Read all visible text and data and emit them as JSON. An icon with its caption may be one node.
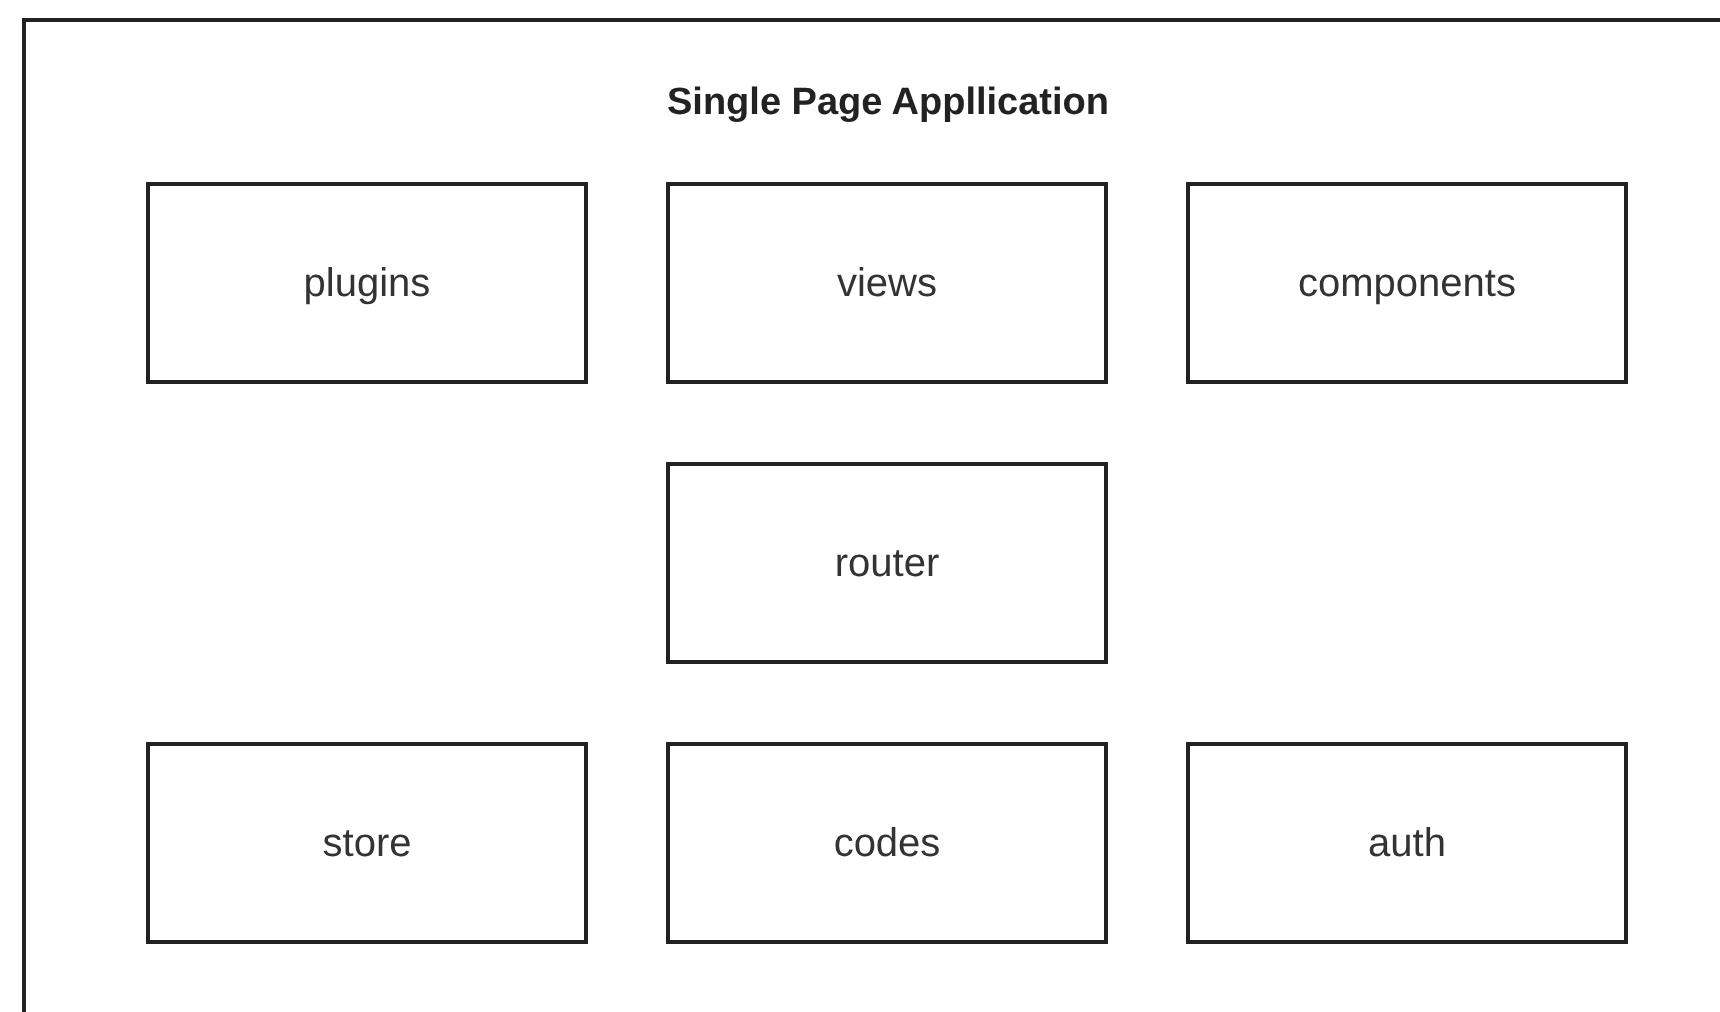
{
  "diagram": {
    "nodes": [
      {
        "text": [
          "Single Page Appllication"
        ]
      },
      {
        "text": [
          "plugins"
        ],
        "in": 0
      },
      {
        "text": [
          "views"
        ],
        "in": 0
      },
      {
        "text": [
          "components"
        ],
        "in": 0
      },
      {
        "text": [
          "router"
        ],
        "in": 0
      },
      {
        "text": [
          "store"
        ],
        "in": 0
      },
      {
        "text": [
          "codes"
        ],
        "in": 0
      },
      {
        "text": [
          "auth"
        ],
        "in": 0
      }
    ]
  }
}
